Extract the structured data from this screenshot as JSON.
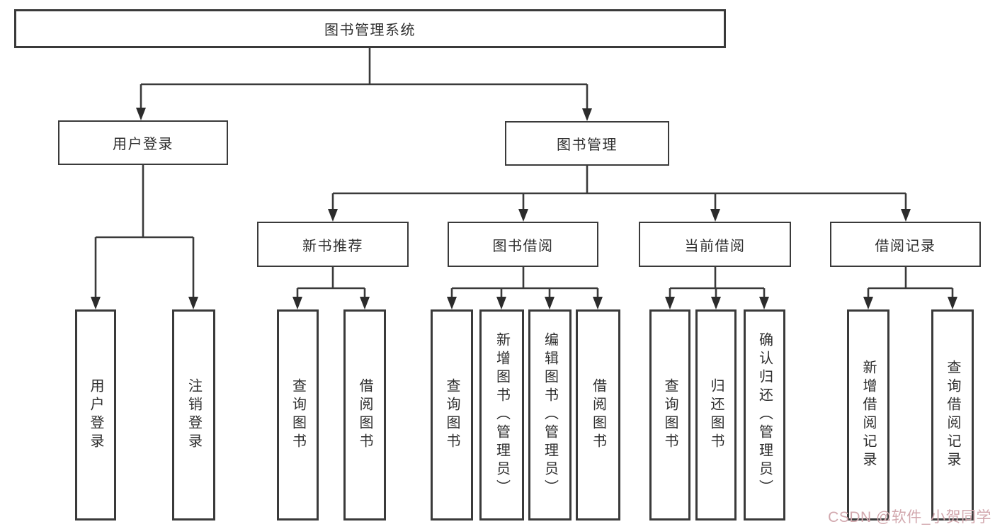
{
  "tree": {
    "label": "图书管理系统",
    "children": [
      {
        "label": "用户登录",
        "children": [
          {
            "label": "用户登录"
          },
          {
            "label": "注销登录"
          }
        ]
      },
      {
        "label": "图书管理",
        "children": [
          {
            "label": "新书推荐",
            "children": [
              {
                "label": "查询图书"
              },
              {
                "label": "借阅图书"
              }
            ]
          },
          {
            "label": "图书借阅",
            "children": [
              {
                "label": "查询图书"
              },
              {
                "label": "新增图书（管理员）"
              },
              {
                "label": "编辑图书（管理员）"
              },
              {
                "label": "借阅图书"
              }
            ]
          },
          {
            "label": "当前借阅",
            "children": [
              {
                "label": "查询图书"
              },
              {
                "label": "归还图书"
              },
              {
                "label": "确认归还（管理员）"
              }
            ]
          },
          {
            "label": "借阅记录",
            "children": [
              {
                "label": "新增借阅记录"
              },
              {
                "label": "查询借阅记录"
              }
            ]
          }
        ]
      }
    ]
  },
  "watermark": {
    "text": "CSDN @软件_小贺同学"
  },
  "colors": {
    "line": "#3a3a3a",
    "arrow": "#2c2c2c",
    "watermark": "#d2a8ae"
  }
}
